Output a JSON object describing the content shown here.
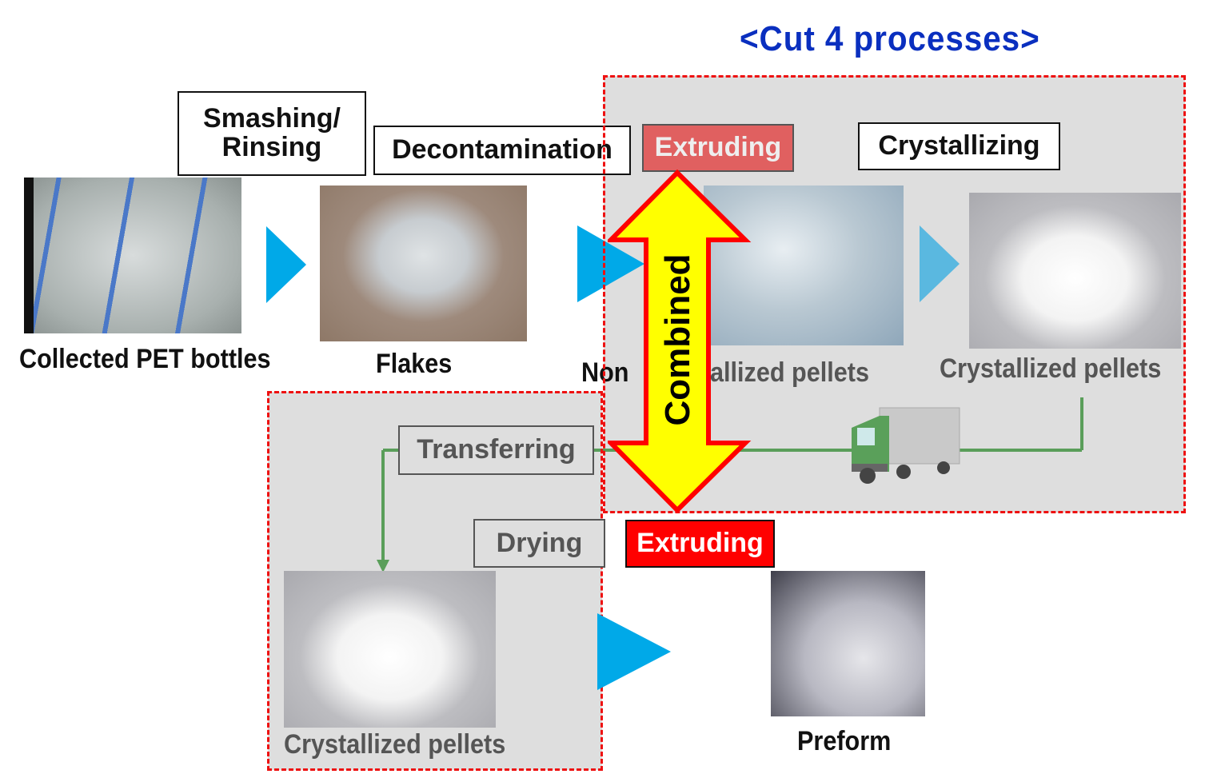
{
  "title": "<Cut 4 processes>",
  "process_labels": {
    "smashing_rinsing_line1": "Smashing/",
    "smashing_rinsing_line2": "Rinsing",
    "decontamination": "Decontamination",
    "extruding_top": "Extruding",
    "crystallizing": "Crystallizing",
    "transferring": "Transferring",
    "drying": "Drying",
    "extruding_bottom": "Extruding"
  },
  "captions": {
    "collected": "Collected PET bottles",
    "flakes": "Flakes",
    "non_crystallized_left": "Non",
    "non_crystallized_right": "allized pellets",
    "crystallized_top": "Crystallized pellets",
    "crystallized_bottom": "Crystallized pellets",
    "preform": "Preform"
  },
  "combined_arrow": {
    "label": "Combined"
  },
  "colors": {
    "title": "#0a2fbf",
    "dashed_border": "#ee1111",
    "flow_arrow": "#00a9e8",
    "connector_line": "#5a9e5a",
    "combined_fill": "#ffff00",
    "combined_stroke": "#ff0000",
    "extruding_fill": "#ff0000"
  }
}
